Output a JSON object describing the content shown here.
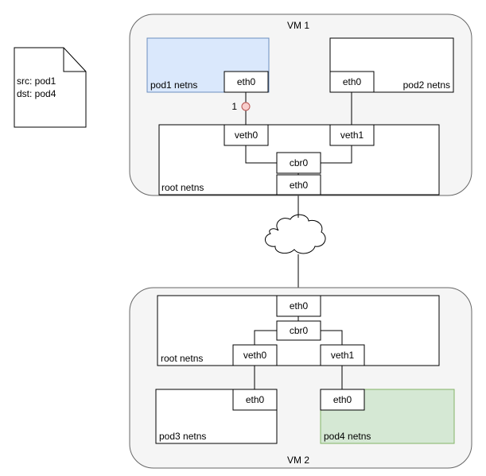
{
  "packet": {
    "src": "src: pod1",
    "dst": "dst: pod4"
  },
  "vm1": {
    "title": "VM 1",
    "root_netns_label": "root netns",
    "pod1_label": "pod1 netns",
    "pod2_label": "pod2 netns",
    "pod1_eth": "eth0",
    "pod2_eth": "eth0",
    "veth0": "veth0",
    "veth1": "veth1",
    "bridge": "cbr0",
    "root_eth": "eth0",
    "step_marker": "1"
  },
  "vm2": {
    "title": "VM 2",
    "root_netns_label": "root netns",
    "pod3_label": "pod3 netns",
    "pod4_label": "pod4 netns",
    "pod3_eth": "eth0",
    "pod4_eth": "eth0",
    "veth0": "veth0",
    "veth1": "veth1",
    "bridge": "cbr0",
    "root_eth": "eth0"
  },
  "colors": {
    "vm_fill": "#f5f5f5",
    "pod1_fill": "#dae8fc",
    "pod1_stroke": "#6c8ebf",
    "pod4_fill": "#d5e8d4",
    "pod4_stroke": "#82b366",
    "marker_fill": "#f8cecc",
    "marker_stroke": "#b85450"
  }
}
